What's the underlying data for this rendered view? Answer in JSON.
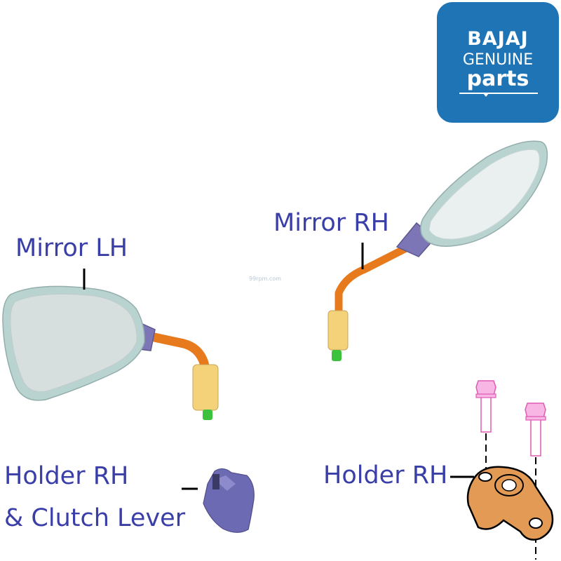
{
  "logo": {
    "brand": "BAJAJ",
    "line1": "GENUINE",
    "line2": "parts"
  },
  "labels": {
    "mirror_lh": "Mirror LH",
    "mirror_rh": "Mirror RH",
    "holder_rh_clutch_line1": "Holder RH",
    "holder_rh_clutch_line2": "& Clutch Lever",
    "holder_rh": "Holder RH"
  },
  "watermark": "99rpm.com",
  "colors": {
    "label_text": "#3a3fa8",
    "logo_bg": "#1f74b5",
    "stem_orange": "#e87a1e",
    "sleeve_yellow": "#f3d27a",
    "bolt_pink": "#e05ab4",
    "holder_orange": "#e39a55",
    "glass": "#d7dede",
    "mirror_frame": "#b9d3d1",
    "mount_purple": "#7d76b6",
    "tip_green": "#3dc23d",
    "clutch_blue": "#6c6ab3"
  }
}
